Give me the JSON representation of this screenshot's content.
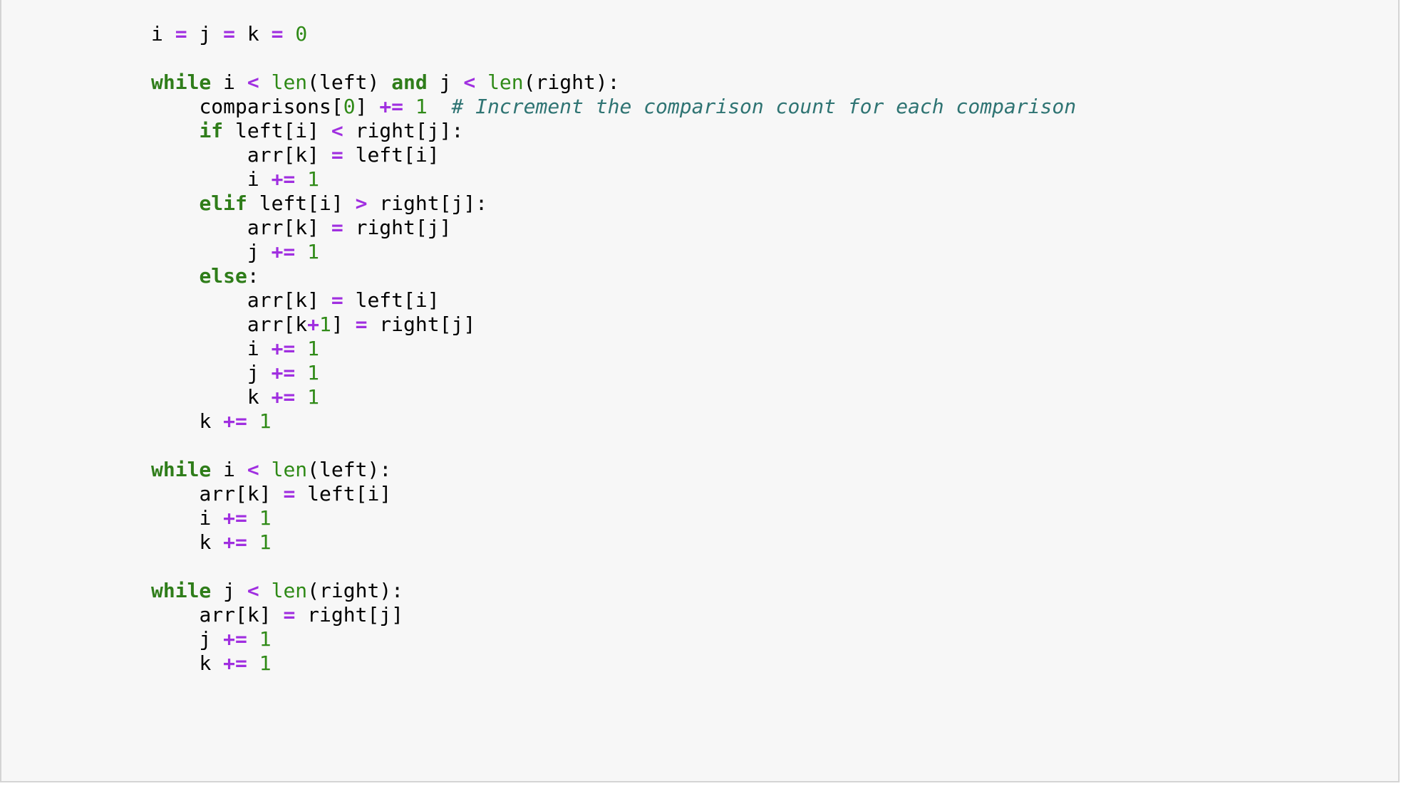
{
  "theme": {
    "background": "#f7f7f7",
    "text": "#000000",
    "keyword": "#2f7d1a",
    "operator": "#a02fe0",
    "number": "#2f8a17",
    "builtin": "#2f8a17",
    "comment": "#2f7473"
  },
  "code": {
    "lines": [
      [
        {
          "t": "name",
          "v": "i "
        },
        {
          "t": "op",
          "v": "="
        },
        {
          "t": "name",
          "v": " j "
        },
        {
          "t": "op",
          "v": "="
        },
        {
          "t": "name",
          "v": " k "
        },
        {
          "t": "op",
          "v": "="
        },
        {
          "t": "ws",
          "v": " "
        },
        {
          "t": "num",
          "v": "0"
        }
      ],
      [],
      [
        {
          "t": "kw",
          "v": "while"
        },
        {
          "t": "name",
          "v": " i "
        },
        {
          "t": "op",
          "v": "<"
        },
        {
          "t": "ws",
          "v": " "
        },
        {
          "t": "builtin",
          "v": "len"
        },
        {
          "t": "punc",
          "v": "(left) "
        },
        {
          "t": "kw",
          "v": "and"
        },
        {
          "t": "name",
          "v": " j "
        },
        {
          "t": "op",
          "v": "<"
        },
        {
          "t": "ws",
          "v": " "
        },
        {
          "t": "builtin",
          "v": "len"
        },
        {
          "t": "punc",
          "v": "(right):"
        }
      ],
      [
        {
          "t": "ws",
          "v": "    "
        },
        {
          "t": "name",
          "v": "comparisons["
        },
        {
          "t": "num",
          "v": "0"
        },
        {
          "t": "punc",
          "v": "] "
        },
        {
          "t": "op",
          "v": "+="
        },
        {
          "t": "ws",
          "v": " "
        },
        {
          "t": "num",
          "v": "1"
        },
        {
          "t": "ws",
          "v": "  "
        },
        {
          "t": "comment",
          "v": "# Increment the comparison count for each comparison"
        }
      ],
      [
        {
          "t": "ws",
          "v": "    "
        },
        {
          "t": "kw",
          "v": "if"
        },
        {
          "t": "name",
          "v": " left[i] "
        },
        {
          "t": "op",
          "v": "<"
        },
        {
          "t": "name",
          "v": " right[j]:"
        }
      ],
      [
        {
          "t": "ws",
          "v": "        "
        },
        {
          "t": "name",
          "v": "arr[k] "
        },
        {
          "t": "op",
          "v": "="
        },
        {
          "t": "name",
          "v": " left[i]"
        }
      ],
      [
        {
          "t": "ws",
          "v": "        "
        },
        {
          "t": "name",
          "v": "i "
        },
        {
          "t": "op",
          "v": "+="
        },
        {
          "t": "ws",
          "v": " "
        },
        {
          "t": "num",
          "v": "1"
        }
      ],
      [
        {
          "t": "ws",
          "v": "    "
        },
        {
          "t": "kw",
          "v": "elif"
        },
        {
          "t": "name",
          "v": " left[i] "
        },
        {
          "t": "op",
          "v": ">"
        },
        {
          "t": "name",
          "v": " right[j]:"
        }
      ],
      [
        {
          "t": "ws",
          "v": "        "
        },
        {
          "t": "name",
          "v": "arr[k] "
        },
        {
          "t": "op",
          "v": "="
        },
        {
          "t": "name",
          "v": " right[j]"
        }
      ],
      [
        {
          "t": "ws",
          "v": "        "
        },
        {
          "t": "name",
          "v": "j "
        },
        {
          "t": "op",
          "v": "+="
        },
        {
          "t": "ws",
          "v": " "
        },
        {
          "t": "num",
          "v": "1"
        }
      ],
      [
        {
          "t": "ws",
          "v": "    "
        },
        {
          "t": "kw",
          "v": "else"
        },
        {
          "t": "punc",
          "v": ":"
        }
      ],
      [
        {
          "t": "ws",
          "v": "        "
        },
        {
          "t": "name",
          "v": "arr[k] "
        },
        {
          "t": "op",
          "v": "="
        },
        {
          "t": "name",
          "v": " left[i]"
        }
      ],
      [
        {
          "t": "ws",
          "v": "        "
        },
        {
          "t": "name",
          "v": "arr[k"
        },
        {
          "t": "op",
          "v": "+"
        },
        {
          "t": "num",
          "v": "1"
        },
        {
          "t": "punc",
          "v": "] "
        },
        {
          "t": "op",
          "v": "="
        },
        {
          "t": "name",
          "v": " right[j]"
        }
      ],
      [
        {
          "t": "ws",
          "v": "        "
        },
        {
          "t": "name",
          "v": "i "
        },
        {
          "t": "op",
          "v": "+="
        },
        {
          "t": "ws",
          "v": " "
        },
        {
          "t": "num",
          "v": "1"
        }
      ],
      [
        {
          "t": "ws",
          "v": "        "
        },
        {
          "t": "name",
          "v": "j "
        },
        {
          "t": "op",
          "v": "+="
        },
        {
          "t": "ws",
          "v": " "
        },
        {
          "t": "num",
          "v": "1"
        }
      ],
      [
        {
          "t": "ws",
          "v": "        "
        },
        {
          "t": "name",
          "v": "k "
        },
        {
          "t": "op",
          "v": "+="
        },
        {
          "t": "ws",
          "v": " "
        },
        {
          "t": "num",
          "v": "1"
        }
      ],
      [
        {
          "t": "ws",
          "v": "    "
        },
        {
          "t": "name",
          "v": "k "
        },
        {
          "t": "op",
          "v": "+="
        },
        {
          "t": "ws",
          "v": " "
        },
        {
          "t": "num",
          "v": "1"
        }
      ],
      [],
      [
        {
          "t": "kw",
          "v": "while"
        },
        {
          "t": "name",
          "v": " i "
        },
        {
          "t": "op",
          "v": "<"
        },
        {
          "t": "ws",
          "v": " "
        },
        {
          "t": "builtin",
          "v": "len"
        },
        {
          "t": "punc",
          "v": "(left):"
        }
      ],
      [
        {
          "t": "ws",
          "v": "    "
        },
        {
          "t": "name",
          "v": "arr[k] "
        },
        {
          "t": "op",
          "v": "="
        },
        {
          "t": "name",
          "v": " left[i]"
        }
      ],
      [
        {
          "t": "ws",
          "v": "    "
        },
        {
          "t": "name",
          "v": "i "
        },
        {
          "t": "op",
          "v": "+="
        },
        {
          "t": "ws",
          "v": " "
        },
        {
          "t": "num",
          "v": "1"
        }
      ],
      [
        {
          "t": "ws",
          "v": "    "
        },
        {
          "t": "name",
          "v": "k "
        },
        {
          "t": "op",
          "v": "+="
        },
        {
          "t": "ws",
          "v": " "
        },
        {
          "t": "num",
          "v": "1"
        }
      ],
      [],
      [
        {
          "t": "kw",
          "v": "while"
        },
        {
          "t": "name",
          "v": " j "
        },
        {
          "t": "op",
          "v": "<"
        },
        {
          "t": "ws",
          "v": " "
        },
        {
          "t": "builtin",
          "v": "len"
        },
        {
          "t": "punc",
          "v": "(right):"
        }
      ],
      [
        {
          "t": "ws",
          "v": "    "
        },
        {
          "t": "name",
          "v": "arr[k] "
        },
        {
          "t": "op",
          "v": "="
        },
        {
          "t": "name",
          "v": " right[j]"
        }
      ],
      [
        {
          "t": "ws",
          "v": "    "
        },
        {
          "t": "name",
          "v": "j "
        },
        {
          "t": "op",
          "v": "+="
        },
        {
          "t": "ws",
          "v": " "
        },
        {
          "t": "num",
          "v": "1"
        }
      ],
      [
        {
          "t": "ws",
          "v": "    "
        },
        {
          "t": "name",
          "v": "k "
        },
        {
          "t": "op",
          "v": "+="
        },
        {
          "t": "ws",
          "v": " "
        },
        {
          "t": "num",
          "v": "1"
        }
      ]
    ]
  }
}
